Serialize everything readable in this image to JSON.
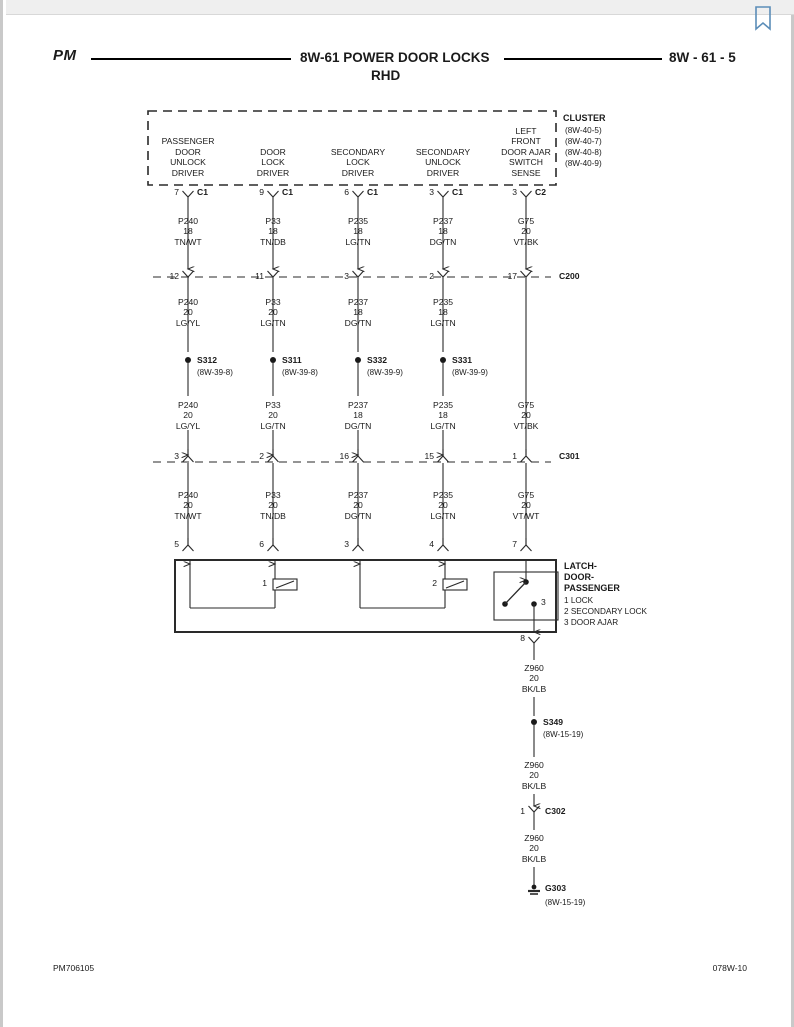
{
  "document": {
    "manual_code": "PM",
    "title": "8W-61 POWER DOOR LOCKS",
    "subtitle": "RHD",
    "page_ref": "8W - 61 - 5",
    "footer_left": "PM706105",
    "footer_right": "078W-10",
    "bookmark_icon": "bookmark-icon",
    "bookmark_color": "#5b8db8"
  },
  "cluster": {
    "label": "CLUSTER",
    "refs": [
      "(8W-40-5)",
      "(8W-40-7)",
      "(8W-40-8)",
      "(8W-40-9)"
    ],
    "functions": [
      {
        "lines": [
          "PASSENGER",
          "DOOR",
          "UNLOCK",
          "DRIVER"
        ]
      },
      {
        "lines": [
          "DOOR",
          "LOCK",
          "DRIVER"
        ]
      },
      {
        "lines": [
          "SECONDARY",
          "LOCK",
          "DRIVER"
        ]
      },
      {
        "lines": [
          "SECONDARY",
          "UNLOCK",
          "DRIVER"
        ]
      },
      {
        "lines": [
          "LEFT",
          "FRONT",
          "DOOR AJAR",
          "SWITCH",
          "SENSE"
        ]
      }
    ],
    "pins": [
      {
        "pin": "7",
        "connector": "C1"
      },
      {
        "pin": "9",
        "connector": "C1"
      },
      {
        "pin": "6",
        "connector": "C1"
      },
      {
        "pin": "3",
        "connector": "C1"
      },
      {
        "pin": "3",
        "connector": "C2"
      }
    ]
  },
  "wires_top": [
    {
      "circuit": "P240",
      "gauge": "18",
      "color": "TN/WT"
    },
    {
      "circuit": "P33",
      "gauge": "18",
      "color": "TN/DB"
    },
    {
      "circuit": "P235",
      "gauge": "18",
      "color": "LG/TN"
    },
    {
      "circuit": "P237",
      "gauge": "18",
      "color": "DG/TN"
    },
    {
      "circuit": "G75",
      "gauge": "20",
      "color": "VT/BK"
    }
  ],
  "connector_c200": {
    "label": "C200",
    "pins": [
      "12",
      "11",
      "3",
      "2",
      "17"
    ]
  },
  "wires_mid_upper": [
    {
      "circuit": "P240",
      "gauge": "20",
      "color": "LG/YL"
    },
    {
      "circuit": "P33",
      "gauge": "20",
      "color": "LG/TN"
    },
    {
      "circuit": "P237",
      "gauge": "18",
      "color": "DG/TN"
    },
    {
      "circuit": "P235",
      "gauge": "18",
      "color": "LG/TN"
    }
  ],
  "splices": [
    {
      "name": "S312",
      "ref": "(8W-39-8)"
    },
    {
      "name": "S311",
      "ref": "(8W-39-8)"
    },
    {
      "name": "S332",
      "ref": "(8W-39-9)"
    },
    {
      "name": "S331",
      "ref": "(8W-39-9)"
    }
  ],
  "wires_mid_lower": [
    {
      "circuit": "P240",
      "gauge": "20",
      "color": "LG/YL"
    },
    {
      "circuit": "P33",
      "gauge": "20",
      "color": "LG/TN"
    },
    {
      "circuit": "P237",
      "gauge": "18",
      "color": "DG/TN"
    },
    {
      "circuit": "P235",
      "gauge": "18",
      "color": "LG/TN"
    },
    {
      "circuit": "G75",
      "gauge": "20",
      "color": "VT/BK"
    }
  ],
  "connector_c301": {
    "label": "C301",
    "pins": [
      "3",
      "2",
      "16",
      "15",
      "1"
    ]
  },
  "wires_bottom": [
    {
      "circuit": "P240",
      "gauge": "20",
      "color": "TN/WT"
    },
    {
      "circuit": "P33",
      "gauge": "20",
      "color": "TN/DB"
    },
    {
      "circuit": "P237",
      "gauge": "20",
      "color": "DG/TN"
    },
    {
      "circuit": "P235",
      "gauge": "20",
      "color": "LG/TN"
    },
    {
      "circuit": "G75",
      "gauge": "20",
      "color": "VT/WT"
    }
  ],
  "latch": {
    "pins_in": [
      "5",
      "6",
      "3",
      "4",
      "7"
    ],
    "pin_out": "8",
    "title_lines": [
      "LATCH-",
      "DOOR-",
      "PASSENGER"
    ],
    "legend": [
      "1 LOCK",
      "2 SECONDARY LOCK",
      "3 DOOR AJAR"
    ],
    "motors": [
      {
        "id": "1",
        "name": "lock-motor"
      },
      {
        "id": "2",
        "name": "secondary-lock-motor"
      }
    ],
    "switch_terminal": "3"
  },
  "ground_path": [
    {
      "circuit": "Z960",
      "gauge": "20",
      "color": "BK/LB"
    },
    {
      "circuit": "Z960",
      "gauge": "20",
      "color": "BK/LB"
    },
    {
      "circuit": "Z960",
      "gauge": "20",
      "color": "BK/LB"
    }
  ],
  "ground_nodes": {
    "splice": {
      "name": "S349",
      "ref": "(8W-15-19)"
    },
    "connector": {
      "label": "C302",
      "pin": "1"
    },
    "ground": {
      "name": "G303",
      "ref": "(8W-15-19)"
    }
  }
}
